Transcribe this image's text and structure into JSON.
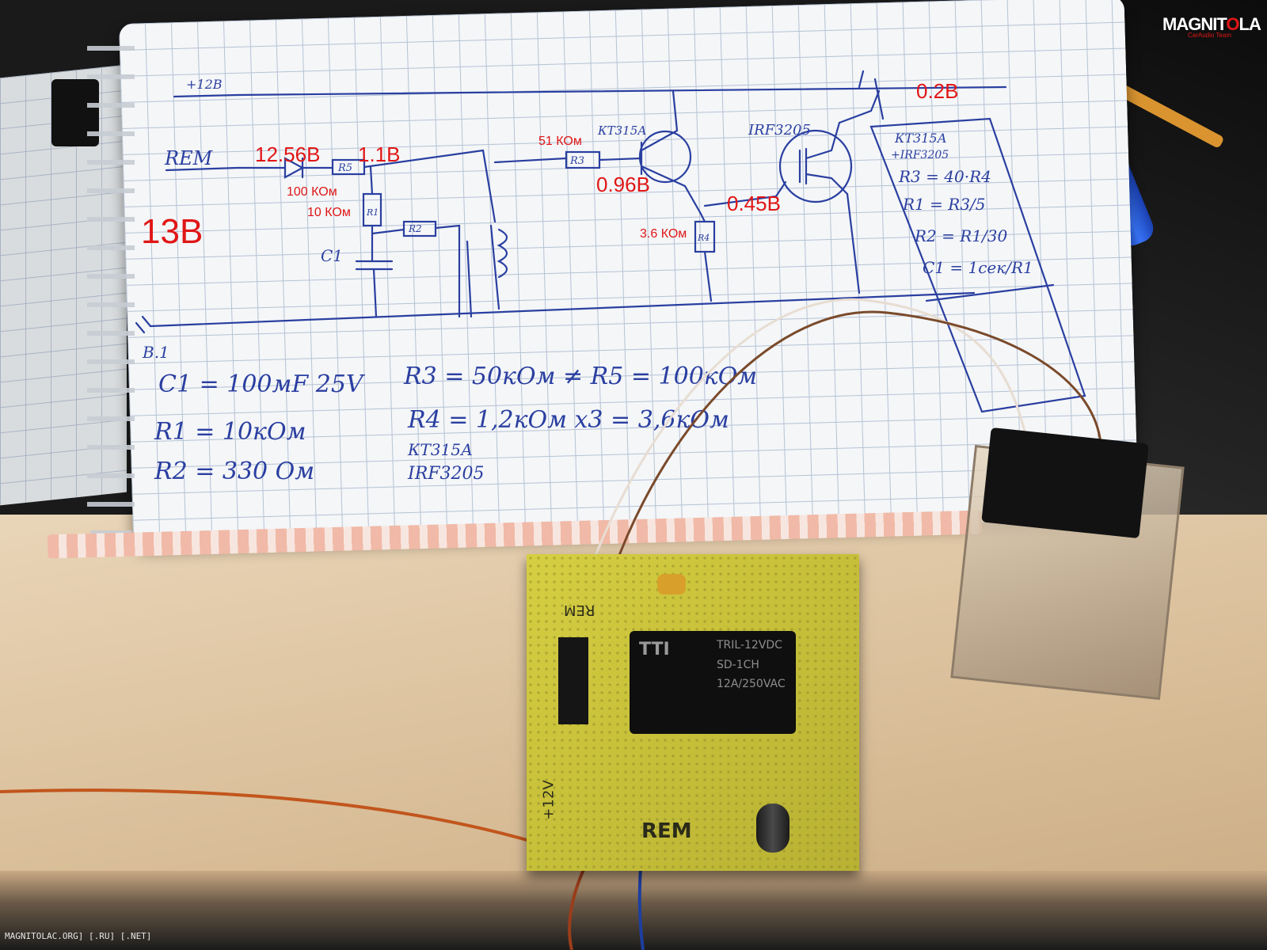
{
  "watermark": "MAGNITOLAC.ORG] [.RU] [.NET]",
  "logo": {
    "text_before": "MAGNIT",
    "text_o": "O",
    "text_after": "LA",
    "subtitle": "CarAudio Team"
  },
  "annotations": {
    "v_diode": "12.56В",
    "v_r5": "1.1В",
    "r5_value": "100 КОм",
    "r1_value": "10 КОм",
    "v_supply": "13В",
    "r3_value": "51 КОм",
    "v_base": "0.96В",
    "v_gate": "0.45В",
    "r4_value": "3.6 КОм",
    "v_drain": "0.2В"
  },
  "handwriting": {
    "supply": "+12В",
    "rem": "REM",
    "r5": "R5",
    "r1": "R1",
    "r2": "R2",
    "r3": "R3",
    "r4": "R4",
    "c1": "C1",
    "transistor": "КТ315А",
    "mosfet": "IRF3205",
    "ground": "В.1",
    "line_c1": "C1 = 100мF 25V",
    "line_r3": "R3 = 50кОм ≠ R5 = 100кОм",
    "line_r1": "R1 = 10кОм",
    "line_r4": "R4 = 1,2кОм x3 = 3,6кОм",
    "line_r2": "R2 = 330 Ом",
    "part_kt": "КТ315А",
    "part_irf": "IRF3205",
    "side_notes": [
      "КТ315А",
      "+IRF3205",
      "R3 = 40·R4",
      "R1 = R3/5",
      "R2 = R1/30",
      "C1 = 1сек/R1"
    ]
  },
  "pcb": {
    "relay_brand": "TTI",
    "relay_model": "TRIL-12VDC",
    "relay_type": "SD-1CH",
    "relay_rating": "12A/250VAC",
    "label_rem": "REM",
    "label_12v": "+12V",
    "label_silk": "REM"
  }
}
